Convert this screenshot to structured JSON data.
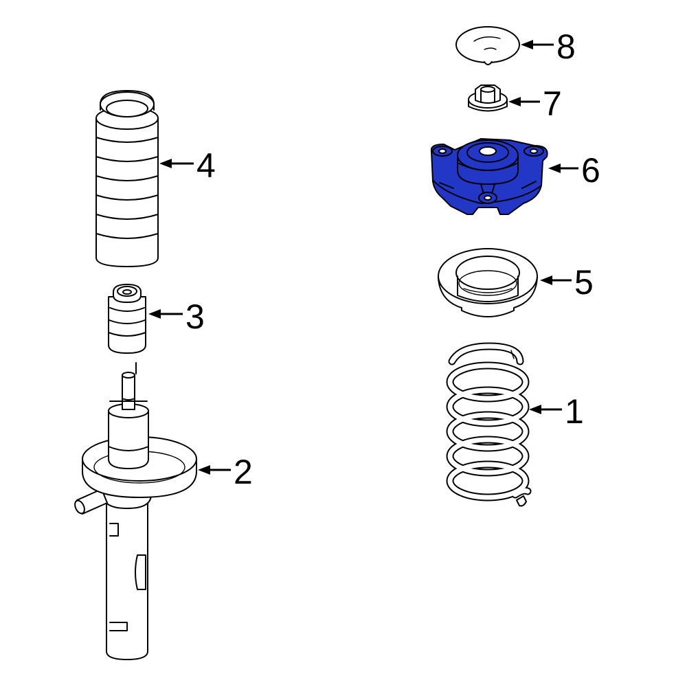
{
  "diagram": {
    "highlight_color": "#2337C6",
    "line_color": "#000000",
    "background": "#ffffff",
    "highlighted_part": "6",
    "parts": [
      {
        "id": "part-1",
        "name": "coil-spring",
        "callout": "1"
      },
      {
        "id": "part-2",
        "name": "strut-assembly",
        "callout": "2"
      },
      {
        "id": "part-3",
        "name": "bump-stop",
        "callout": "3"
      },
      {
        "id": "part-4",
        "name": "dust-boot",
        "callout": "4"
      },
      {
        "id": "part-5",
        "name": "spring-seat",
        "callout": "5"
      },
      {
        "id": "part-6",
        "name": "strut-mount",
        "callout": "6"
      },
      {
        "id": "part-7",
        "name": "nut",
        "callout": "7"
      },
      {
        "id": "part-8",
        "name": "cap",
        "callout": "8"
      }
    ]
  }
}
